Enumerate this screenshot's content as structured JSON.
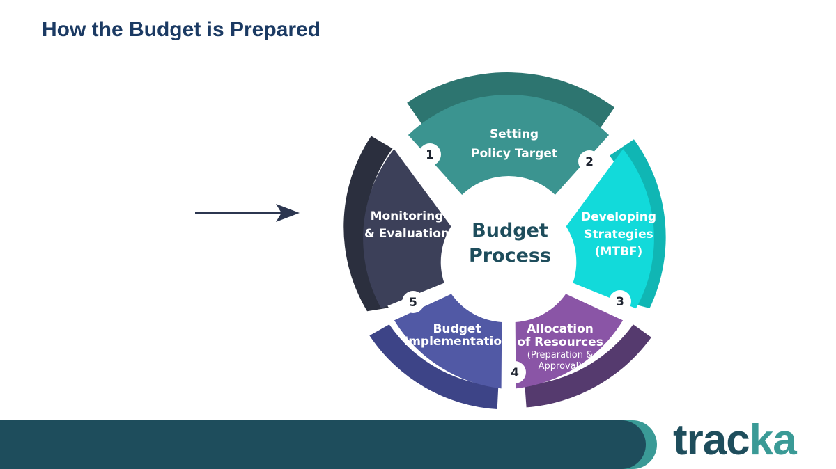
{
  "title": "How the Budget is Prepared",
  "center": {
    "line1": "Budget",
    "line2": "Process"
  },
  "steps": [
    {
      "number": "1",
      "lines": [
        "Setting",
        "Policy Target"
      ],
      "color": "#3b9490",
      "outer_color": "#2d7570"
    },
    {
      "number": "2",
      "lines": [
        "Developing",
        "Strategies",
        "(MTBF)"
      ],
      "color": "#12dada",
      "outer_color": "#10b6b4"
    },
    {
      "number": "3",
      "lines": [
        "Allocation",
        "of Resources"
      ],
      "sub_lines": [
        "(Preparation &",
        "Approval)"
      ],
      "color": "#8a55a6",
      "outer_color": "#553a6e"
    },
    {
      "number": "4",
      "color": "#8a55a6"
    },
    {
      "number": "5",
      "lines": [
        "Budget",
        "Implementation"
      ],
      "color": "#5159a5",
      "outer_color": "#3d4487"
    },
    {
      "lines": [
        "Monitoring",
        "& Evaluation"
      ],
      "color": "#3c4059",
      "outer_color": "#2b2f3e"
    }
  ],
  "brand": {
    "part1": "trac",
    "part2": "ka"
  },
  "colors": {
    "title": "#1b3a63",
    "footer": "#1e4d5c",
    "footer_accent": "#3a9a96",
    "arrow": "#2c3650"
  }
}
